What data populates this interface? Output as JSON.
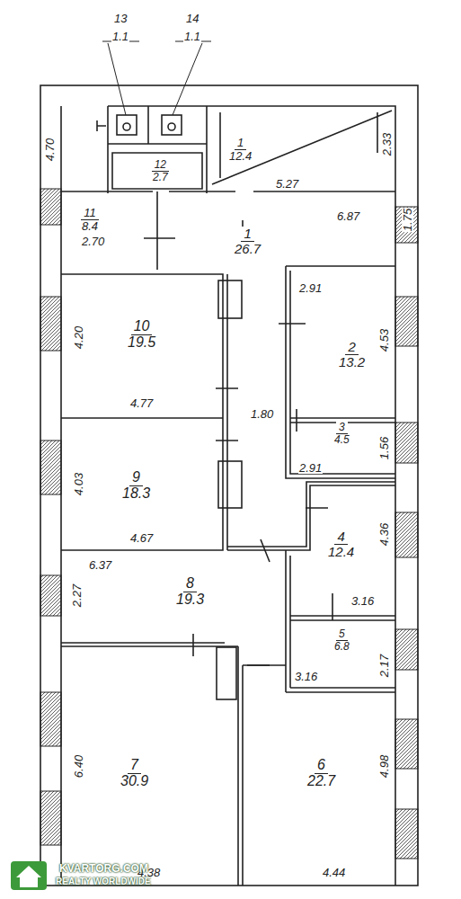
{
  "diagram": {
    "nodes": [
      {
        "text": [
          "1",
          "12.4"
        ]
      },
      {
        "text": [
          "12",
          "2.7"
        ]
      },
      {
        "text": [
          "11",
          "8.4"
        ]
      },
      {
        "text": [
          "1",
          "26.7"
        ]
      },
      {
        "text": [
          "10",
          "19.5"
        ]
      },
      {
        "text": [
          "2",
          "13.2"
        ]
      },
      {
        "text": [
          "3",
          "4.5"
        ]
      },
      {
        "text": [
          "9",
          "18.3"
        ]
      },
      {
        "text": [
          "4",
          "12.4"
        ]
      },
      {
        "text": [
          "8",
          "19.3"
        ]
      },
      {
        "text": [
          "5",
          "6.8"
        ]
      },
      {
        "text": [
          "7",
          "30.9"
        ]
      },
      {
        "text": [
          "6",
          "22.7"
        ]
      }
    ],
    "labels": [
      "13",
      "1.1",
      "14",
      "1.1",
      "4.70",
      "2.33",
      "5.27",
      "2.70",
      "6.87",
      "1.75",
      "4.20",
      "4.77",
      "1.80",
      "2.91",
      "4.53",
      "2.91",
      "1.56",
      "4.03",
      "4.67",
      "6.37",
      "4.36",
      "3.16",
      "2.27",
      "3.16",
      "2.17",
      "6.40",
      "4.98",
      "4.38",
      "4.44",
      "KVARTORG.COM",
      "REALTY WORLDWIDE"
    ]
  }
}
